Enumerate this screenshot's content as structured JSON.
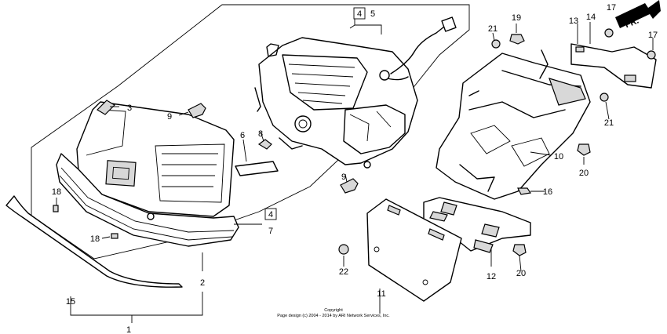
{
  "callouts": [
    {
      "id": "c1",
      "text": "1",
      "boxed": false
    },
    {
      "id": "c2",
      "text": "2",
      "boxed": false
    },
    {
      "id": "c3",
      "text": "3",
      "boxed": false
    },
    {
      "id": "c4a",
      "text": "4",
      "boxed": true
    },
    {
      "id": "c5",
      "text": "5",
      "boxed": false
    },
    {
      "id": "c6",
      "text": "6",
      "boxed": false
    },
    {
      "id": "c4b",
      "text": "4",
      "boxed": true
    },
    {
      "id": "c7",
      "text": "7",
      "boxed": false
    },
    {
      "id": "c8",
      "text": "8",
      "boxed": false
    },
    {
      "id": "c9a",
      "text": "9",
      "boxed": false
    },
    {
      "id": "c9b",
      "text": "9",
      "boxed": false
    },
    {
      "id": "c10",
      "text": "10",
      "boxed": false
    },
    {
      "id": "c11",
      "text": "11",
      "boxed": false
    },
    {
      "id": "c12",
      "text": "12",
      "boxed": false
    },
    {
      "id": "c13",
      "text": "13",
      "boxed": false
    },
    {
      "id": "c14",
      "text": "14",
      "boxed": false
    },
    {
      "id": "c15",
      "text": "15",
      "boxed": false
    },
    {
      "id": "c16",
      "text": "16",
      "boxed": false
    },
    {
      "id": "c17a",
      "text": "17",
      "boxed": false
    },
    {
      "id": "c17b",
      "text": "17",
      "boxed": false
    },
    {
      "id": "c18a",
      "text": "18",
      "boxed": false
    },
    {
      "id": "c18b",
      "text": "18",
      "boxed": false
    },
    {
      "id": "c19",
      "text": "19",
      "boxed": false
    },
    {
      "id": "c20a",
      "text": "20",
      "boxed": false
    },
    {
      "id": "c20b",
      "text": "20",
      "boxed": false
    },
    {
      "id": "c21a",
      "text": "21",
      "boxed": false
    },
    {
      "id": "c21b",
      "text": "21",
      "boxed": false
    },
    {
      "id": "c22",
      "text": "22",
      "boxed": false
    }
  ],
  "front_arrow": {
    "text": "FR."
  },
  "copyright": {
    "line1": "Copyright",
    "line2": "Page design (c) 2004 - 2014 by ARI Network Services, Inc."
  }
}
